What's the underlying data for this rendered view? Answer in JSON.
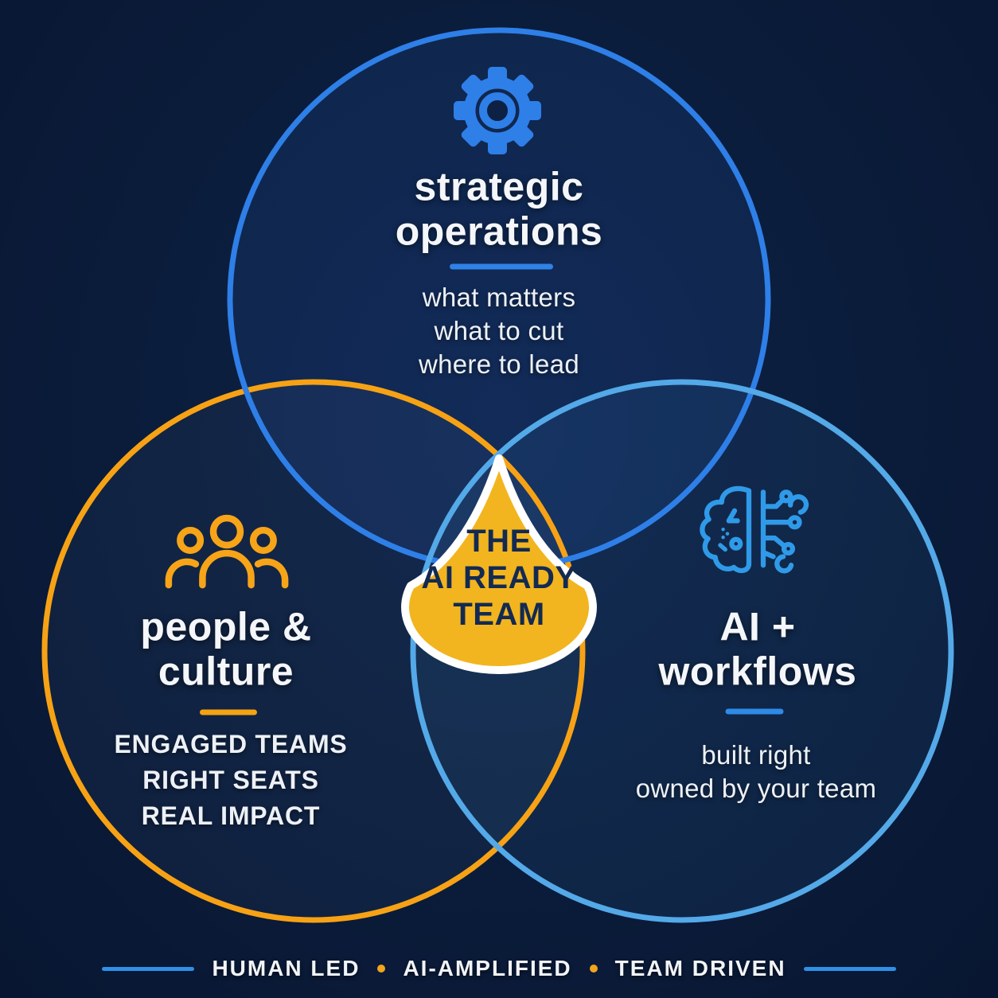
{
  "diagram": {
    "type": "venn-3",
    "center": {
      "label": "THE\nAI READY\nTEAM"
    },
    "circles": {
      "top": {
        "icon": "gear-icon",
        "label": "strategic\noperations",
        "items": "what matters\nwhat to cut\nwhere to lead"
      },
      "left": {
        "icon": "people-icon",
        "label": "people &\nculture",
        "items": "ENGAGED TEAMS\nRIGHT SEATS\nREAL IMPACT"
      },
      "right": {
        "icon": "ai-brain-icon",
        "label": "AI +\nworkflows",
        "items": "built right\nowned by your team"
      }
    },
    "footer": {
      "items": [
        "HUMAN LED",
        "AI-AMPLIFIED",
        "TEAM DRIVEN"
      ],
      "separator": "•"
    },
    "colors": {
      "background": "#0b1d3c",
      "top_circle_stroke": "#2e7fe8",
      "left_circle_stroke": "#f7a215",
      "right_circle_stroke": "#54a9e8",
      "center_fill": "#f2b51f",
      "center_border": "#ffffff",
      "center_text": "#132a52",
      "heading_text": "#f4f6fa",
      "body_text": "#edf1f7",
      "divider_top": "#2e82e8",
      "divider_left": "#f5a313",
      "divider_right": "#2e8be8",
      "footer_line": "#2e90e8",
      "footer_dot": "#f2a41c"
    }
  }
}
